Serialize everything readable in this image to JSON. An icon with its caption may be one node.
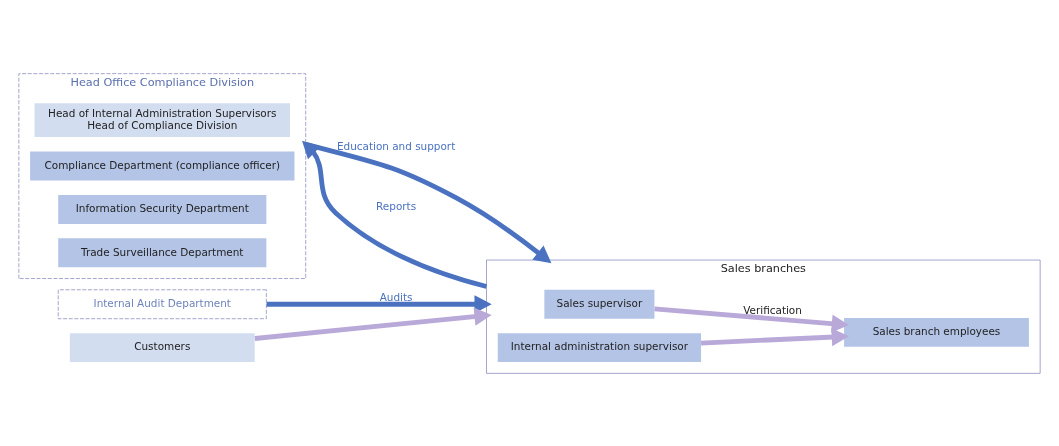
{
  "diagram": {
    "nodes": [
      {
        "text": [
          "Head Office Compliance Division"
        ]
      },
      {
        "text": [
          "Head of Internal Administration Supervisors",
          "Head of Compliance Division"
        ],
        "in": 0
      },
      {
        "text": [
          "Compliance Department (compliance officer)"
        ],
        "in": 0
      },
      {
        "text": [
          "Information Security Department"
        ],
        "in": 0
      },
      {
        "text": [
          "Trade Surveillance Department"
        ],
        "in": 0
      },
      {
        "text": [
          "Internal Audit Department"
        ]
      },
      {
        "text": [
          "Customers"
        ]
      },
      {
        "text": [
          "Sales branches"
        ]
      },
      {
        "text": [
          "Sales supervisor"
        ],
        "in": 7
      },
      {
        "text": [
          "Internal administration supervisor"
        ],
        "in": 7
      },
      {
        "text": [
          "Sales branch employees"
        ],
        "in": 7
      }
    ],
    "edges": [
      {
        "from": 0,
        "to": 7,
        "arrow": "to",
        "label": "Education and support"
      },
      {
        "from": 7,
        "to": 0,
        "arrow": "to",
        "label": "Reports"
      },
      {
        "from": 5,
        "to": 7,
        "arrow": "to",
        "label": "Audits"
      },
      {
        "from": 6,
        "to": 7,
        "arrow": "to",
        "color": "#b9a9d9"
      },
      {
        "from": 8,
        "to": 10,
        "arrow": "to",
        "label": "Verification",
        "color": "#b9a9d9"
      },
      {
        "from": 9,
        "to": 10,
        "arrow": "to",
        "color": "#b9a9d9"
      }
    ]
  }
}
